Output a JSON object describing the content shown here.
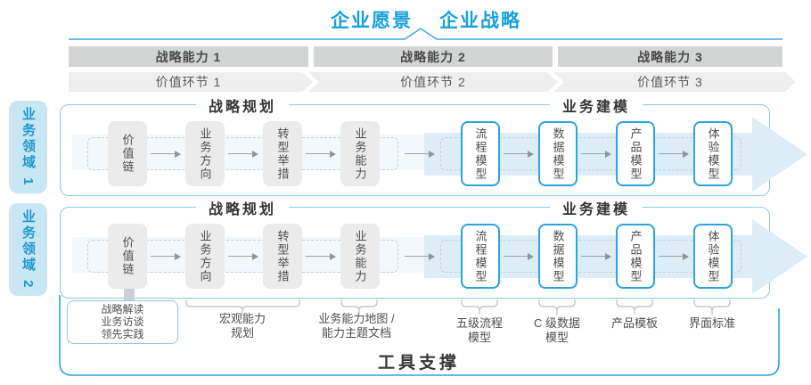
{
  "header": {
    "vision": "企业愿景",
    "strategy": "企业战略"
  },
  "capabilities": [
    "战略能力 1",
    "战略能力 2",
    "战略能力 3"
  ],
  "value_links": [
    "价值环节 1",
    "价值环节 2",
    "价值环节 3"
  ],
  "domains": [
    "业务领域 1",
    "业务领域 2"
  ],
  "row": {
    "planning_title": "战略规划",
    "modeling_title": "业务建模",
    "boxes": [
      "价值链",
      "业务方向",
      "转型举措",
      "业务能力",
      "流程模型",
      "数据模型",
      "产品模型",
      "体验模型"
    ]
  },
  "footer": {
    "interpret": {
      "lines": [
        "战略解读",
        "业务访谈",
        "领先实践"
      ]
    },
    "macro": {
      "lines": [
        "宏观能力",
        "规划"
      ]
    },
    "capability_map": {
      "lines": [
        "业务能力地图 /",
        "能力主题文档"
      ]
    },
    "process_model": {
      "lines": [
        "五级流程",
        "模型"
      ]
    },
    "data_model": {
      "lines": [
        "C 级数据",
        "模型"
      ]
    },
    "product_template": {
      "label": "产品模板"
    },
    "ui_standard": {
      "label": "界面标准"
    }
  },
  "tool_support": {
    "label": "工具支撑"
  },
  "colors": {
    "accent_blue": "#17A0DC",
    "row_border_blue": "#8CC8E6",
    "blue_box_border": "#2BA3DC",
    "light_blue_fill": "#C9E6F5",
    "arrow_band_fill": "#DCEDF8",
    "gray_bar": "#D3D5D5",
    "gray_box": "#EBEBEB",
    "value_band": "#EEEEEF"
  }
}
